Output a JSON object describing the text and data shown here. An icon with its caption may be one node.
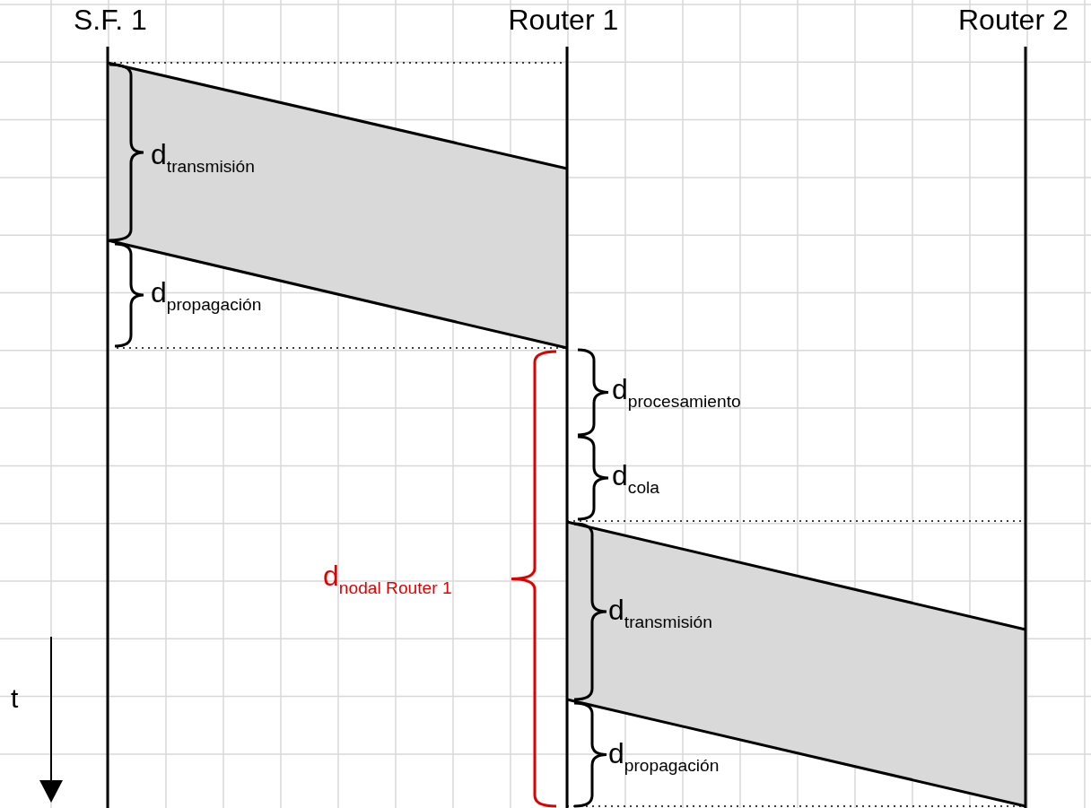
{
  "diagram": {
    "labels": [
      "S.F. 1",
      "Router 1",
      "Router 2",
      "d$_{transmisión}$",
      "d$_{propagación}$",
      "d$_{procesamiento}$",
      "d$_{cola}$",
      "d$_{nodal Router 1}$",
      "d$_{transmisión}$",
      "d$_{propagación}$",
      "t"
    ]
  }
}
